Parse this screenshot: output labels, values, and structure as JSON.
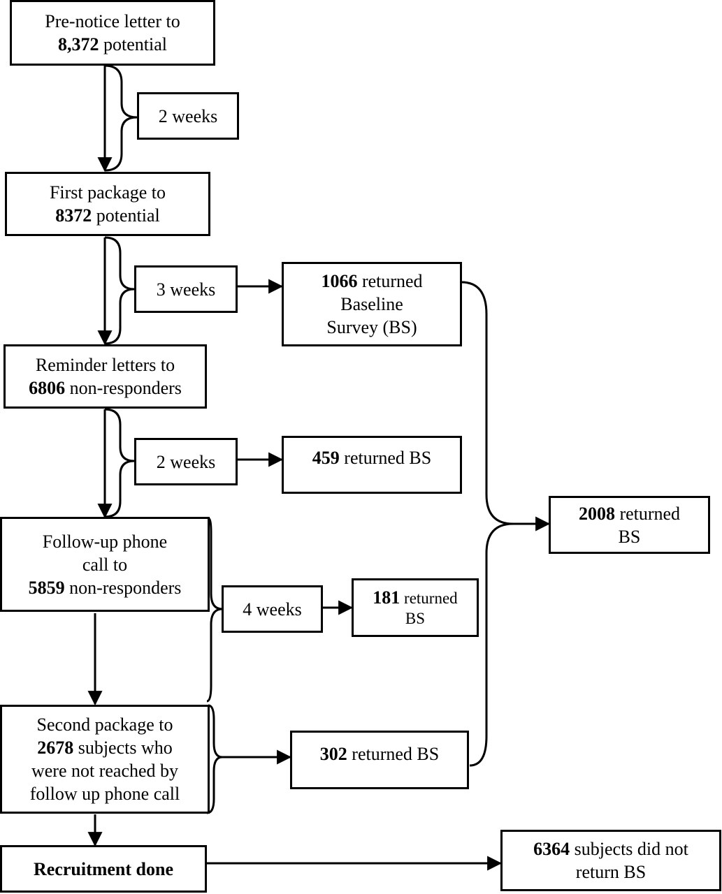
{
  "steps": {
    "prenotice": {
      "line1": "Pre-notice letter to",
      "count": "8,372",
      "line2_rest": " potential"
    },
    "first_package": {
      "line1": "First package to",
      "count": "8372",
      "line2_rest": " potential"
    },
    "reminder": {
      "line1": "Reminder letters to",
      "count": "6806",
      "line2_rest": " non-responders"
    },
    "phone": {
      "line1": "Follow-up phone",
      "line2": "call to",
      "count": "5859",
      "line3_rest": " non-responders"
    },
    "second_package": {
      "line1": "Second package to",
      "count": "2678",
      "line2_rest": " subjects who",
      "line3": "were not reached by",
      "line4": "follow up phone call"
    },
    "done": {
      "label": "Recruitment done"
    }
  },
  "intervals": {
    "w1": "2 weeks",
    "w2": "3 weeks",
    "w3": "2 weeks",
    "w4": "4 weeks"
  },
  "results": {
    "r1": {
      "count": "1066",
      "rest1": " returned",
      "line2": "Baseline",
      "line3": "Survey (BS)"
    },
    "r2": {
      "count": "459",
      "rest1": " returned BS"
    },
    "r3": {
      "count": "181",
      "rest1": " returned",
      "line2": "BS"
    },
    "r4": {
      "count": "302",
      "rest1": " returned BS"
    },
    "total": {
      "count": "2008",
      "rest1": " returned",
      "line2": "BS"
    },
    "nonreturn": {
      "count": "6364",
      "rest1": " subjects did not",
      "line2": "return BS"
    }
  }
}
